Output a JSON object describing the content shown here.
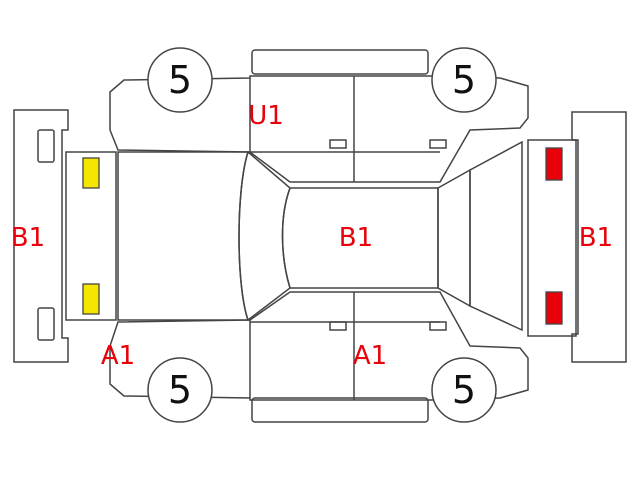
{
  "colors": {
    "code": "#e8000a",
    "line": "#444444",
    "lamp_yellow": "#f5e600",
    "lamp_red": "#e8000a"
  },
  "wheels": {
    "front_left": "5",
    "front_right": "5",
    "rear_left": "5",
    "rear_right": "5"
  },
  "codes": {
    "front_bumper": "B1",
    "rear_bumper": "B1",
    "roof": "B1",
    "left_side": "U1",
    "front_fender_right": "A1",
    "right_door": "A1"
  }
}
